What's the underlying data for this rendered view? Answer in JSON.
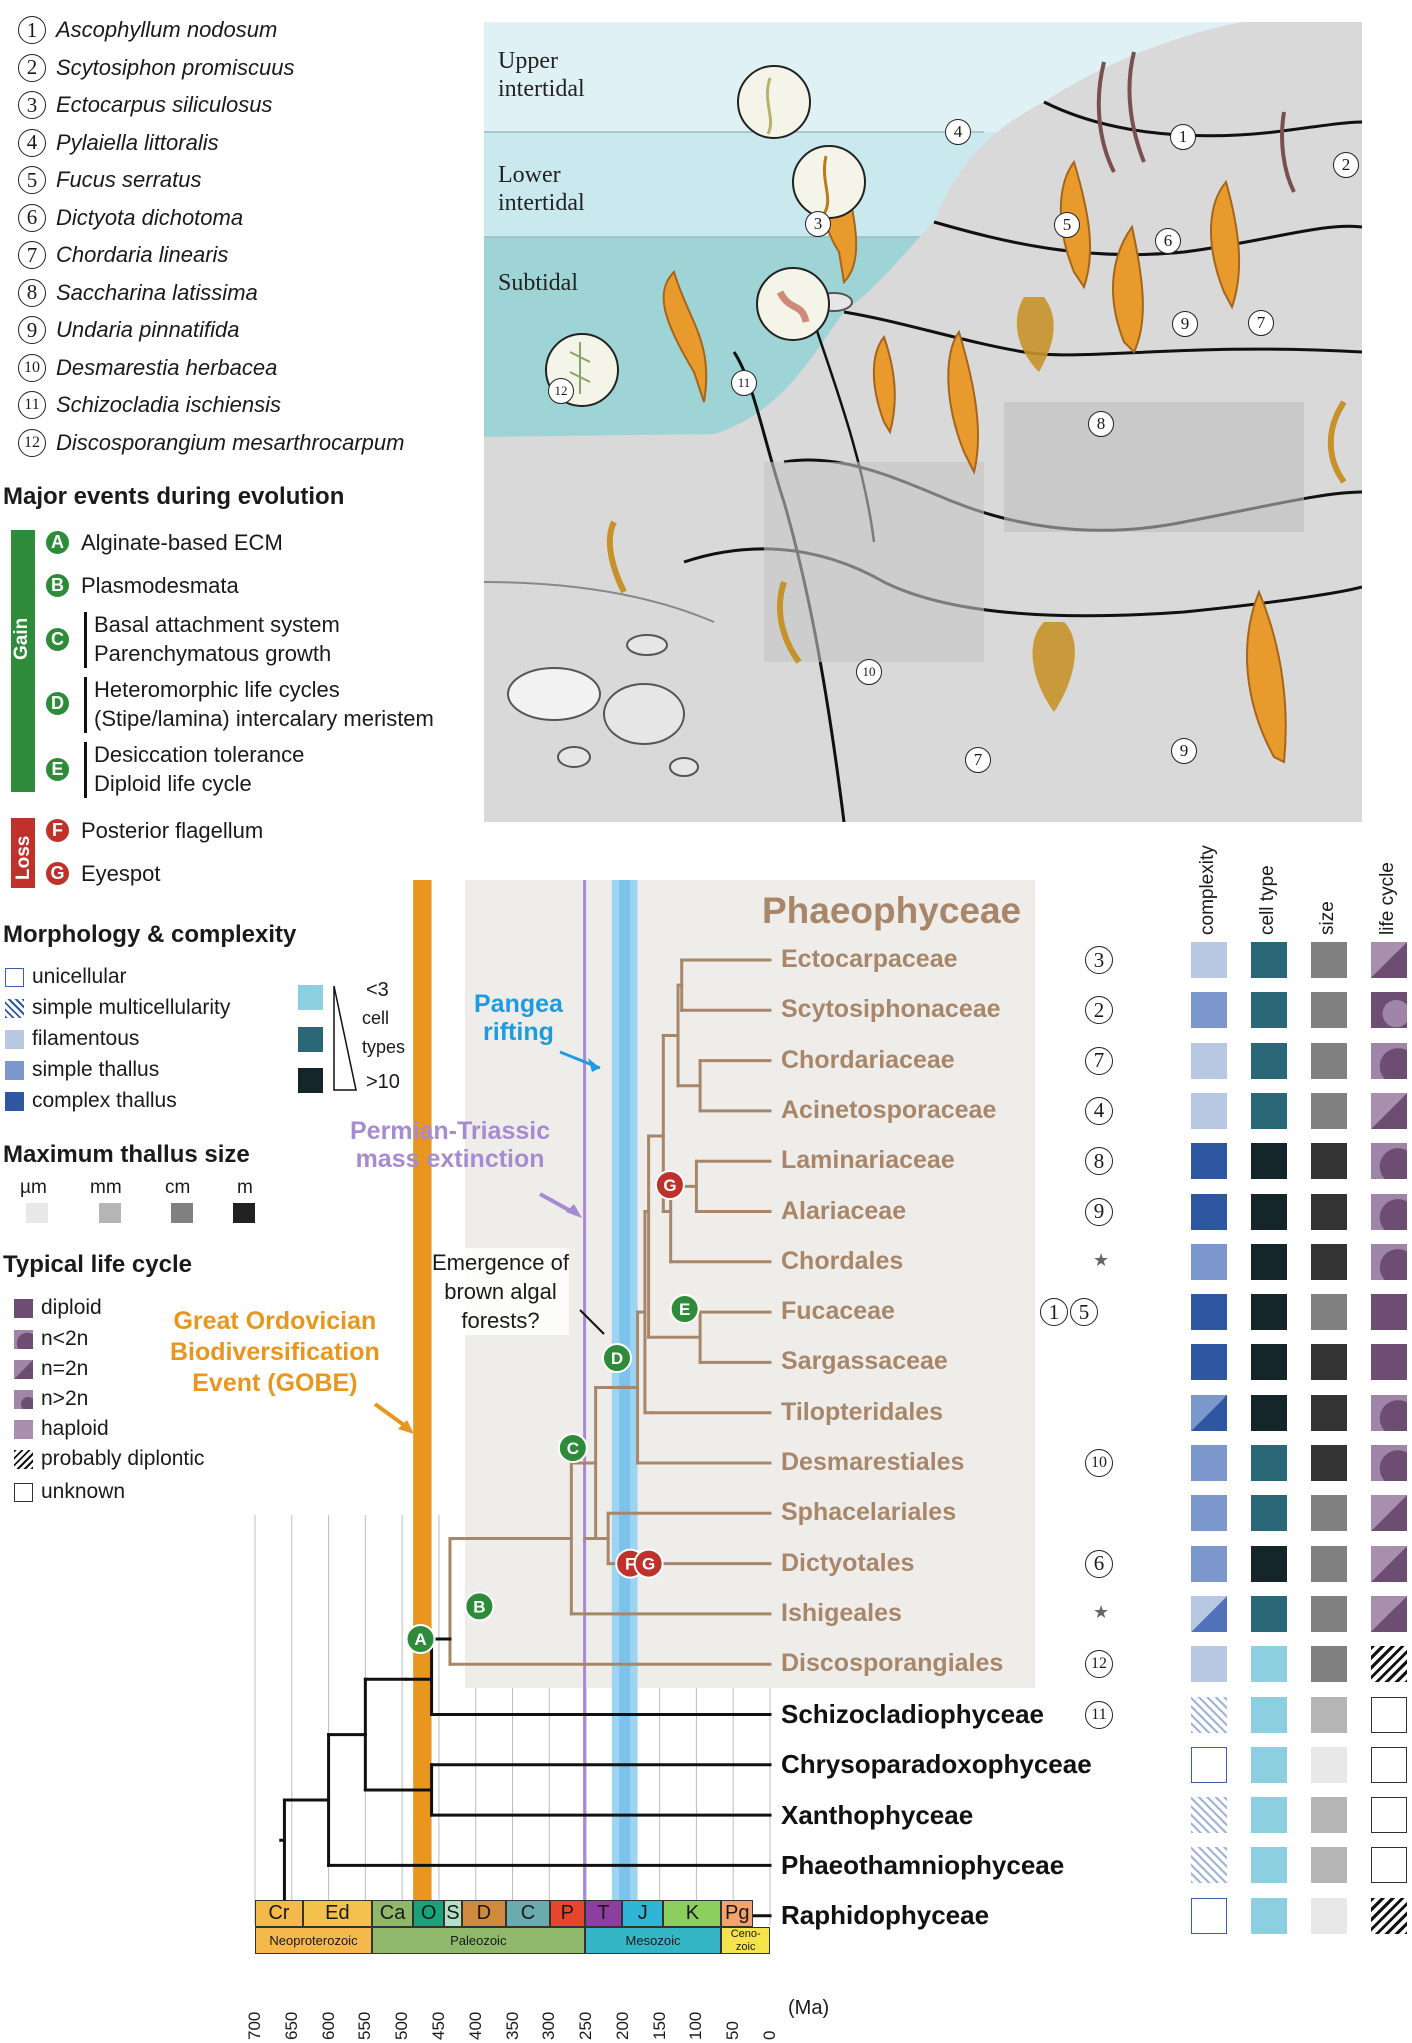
{
  "species": [
    {
      "n": "1",
      "name": "Ascophyllum nodosum"
    },
    {
      "n": "2",
      "name": "Scytosiphon promiscuus"
    },
    {
      "n": "3",
      "name": "Ectocarpus siliculosus"
    },
    {
      "n": "4",
      "name": "Pylaiella littoralis"
    },
    {
      "n": "5",
      "name": "Fucus serratus"
    },
    {
      "n": "6",
      "name": "Dictyota dichotoma"
    },
    {
      "n": "7",
      "name": "Chordaria linearis"
    },
    {
      "n": "8",
      "name": "Saccharina latissima"
    },
    {
      "n": "9",
      "name": "Undaria pinnatifida"
    },
    {
      "n": "10",
      "name": "Desmarestia herbacea"
    },
    {
      "n": "11",
      "name": "Schizocladia ischiensis"
    },
    {
      "n": "12",
      "name": "Discosporangium mesarthrocarpum"
    }
  ],
  "events": {
    "title": "Major events during evolution",
    "gain_label": "Gain",
    "loss_label": "Loss",
    "items": [
      {
        "key": "A",
        "text": "Alginate-based ECM"
      },
      {
        "key": "B",
        "text": "Plasmodesmata"
      },
      {
        "key": "C",
        "line1": "Basal attachment system",
        "line2": "Parenchymatous growth"
      },
      {
        "key": "D",
        "line1": "Heteromorphic life cycles",
        "line2": "(Stipe/lamina) intercalary meristem"
      },
      {
        "key": "E",
        "line1": "Desiccation tolerance",
        "line2": "Diploid life cycle"
      },
      {
        "key": "F",
        "text": "Posterior flagellum"
      },
      {
        "key": "G",
        "text": "Eyespot"
      }
    ]
  },
  "morphology": {
    "title": "Morphology & complexity",
    "items": [
      "unicellular",
      "simple multicellularity",
      "filamentous",
      "simple thallus",
      "complex thallus"
    ],
    "cell_types": {
      "low": "<3",
      "mid1": "cell",
      "mid2": "types",
      "high": ">10"
    }
  },
  "size": {
    "title": "Maximum thallus size",
    "units": [
      "µm",
      "mm",
      "cm",
      "m"
    ]
  },
  "lifecycle": {
    "title": "Typical life cycle",
    "items": [
      "diploid",
      "n<2n",
      "n=2n",
      "n>2n",
      "haploid",
      "probably diplontic",
      "unknown"
    ]
  },
  "scene": {
    "upper": [
      "Upper",
      "intertidal"
    ],
    "lower": [
      "Lower",
      "intertidal"
    ],
    "subtidal": "Subtidal"
  },
  "tree": {
    "group_title": "Phaeophyceae",
    "families": [
      "Ectocarpaceae",
      "Scytosiphonaceae",
      "Chordariaceae",
      "Acinetosporaceae",
      "Laminariaceae",
      "Alariaceae",
      "Chordales",
      "Fucaceae",
      "Sargassaceae",
      "Tilopteridales",
      "Desmarestiales",
      "Sphacelariales",
      "Dictyotales",
      "Ishigeales",
      "Discosporangiales"
    ],
    "classes": [
      "Schizocladiophyceae",
      "Chrysoparadoxophyceae",
      "Xanthophyceae",
      "Phaeothamniophyceae",
      "Raphidophyceae"
    ],
    "row_marks": [
      "3",
      "2",
      "7",
      "4",
      "8",
      "9",
      "★",
      "1 5",
      "",
      "",
      "10",
      "",
      "6",
      "★",
      "12",
      "11",
      "",
      "",
      "",
      ""
    ],
    "annotations": {
      "pangea": [
        "Pangea",
        "rifting"
      ],
      "permian": [
        "Permian-Triassic",
        "mass extinction"
      ],
      "forests": [
        "Emergence of",
        "brown algal",
        "forests?"
      ],
      "gobe": [
        "Great Ordovician",
        "Biodiversification",
        "Event (GOBE)"
      ]
    }
  },
  "traits": {
    "headers": [
      "complexity",
      "cell type",
      "size",
      "life cycle"
    ]
  },
  "timescale": {
    "periods": [
      "Cr",
      "Ed",
      "Ca",
      "O",
      "S",
      "D",
      "C",
      "P",
      "T",
      "J",
      "K",
      "Pg"
    ],
    "eras": [
      "Neoproterozoic",
      "Paleozoic",
      "Mesozoic",
      "Ceno-zoic"
    ],
    "ticks": [
      "700",
      "650",
      "600",
      "550",
      "500",
      "450",
      "400",
      "350",
      "300",
      "250",
      "200",
      "150",
      "100",
      "50",
      "0"
    ],
    "unit": "(Ma)"
  },
  "colors": {
    "gain": "#2e8b3a",
    "loss": "#c0312b",
    "family": "#a8866a",
    "gobe": "#e8961e",
    "pangea": "#1e9be0",
    "permian": "#a78bd0"
  }
}
